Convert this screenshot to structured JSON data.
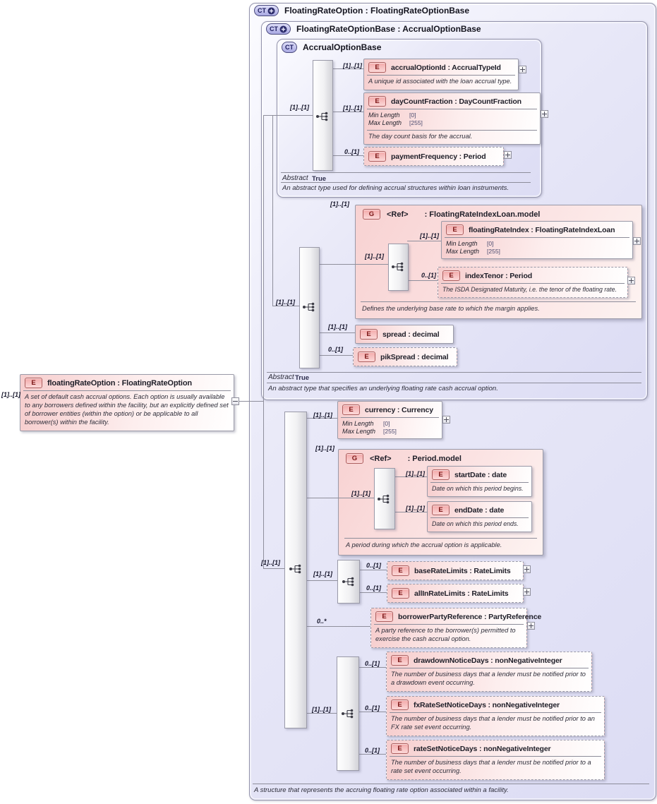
{
  "icons": {
    "ct": "CT",
    "element": "E",
    "group": "G"
  },
  "facets": {
    "min_label": "Min Length",
    "min_value": "[0]",
    "max_label": "Max Length",
    "max_value": "[255]"
  },
  "abstract": {
    "label": "Abstract",
    "value": "True"
  },
  "root": {
    "title": "FloatingRateOption : FloatingRateOptionBase",
    "footer": "A structure that represents the accruing floating rate option associated within a facility."
  },
  "base": {
    "title": "FloatingRateOptionBase : AccrualOptionBase",
    "footer": "An abstract type that specifies an underlying floating rate cash accrual option."
  },
  "accrual_option_base": {
    "title": "AccrualOptionBase",
    "footer": "An abstract type used for defining accrual structures within loan instruments."
  },
  "left_element": {
    "label": "floatingRateOption : FloatingRateOption",
    "desc": "A set of default cash accrual options. Each option is usually available to any borrowers defined within the facility, but an explicitly defined set of borrower entities (within the option) or be applicable to all borrower(s) within the facility.",
    "card": "[1]..[1]"
  },
  "groups": {
    "floating_rate_index_model": {
      "ref_label": "<Ref>",
      "type_label": ": FloatingRateIndexLoan.model",
      "desc": "Defines the underlying base rate to which the margin applies.",
      "card": "[1]..[1]",
      "seq_card": "[1]..[1]"
    },
    "period_model": {
      "ref_label": "<Ref>",
      "type_label": ": Period.model",
      "desc": "A period during which the accrual option is applicable.",
      "card": "[1]..[1]",
      "seq_card": "[1]..[1]"
    }
  },
  "connectors": {
    "base_seq_card": "[1]..[1]",
    "mid_seq_card": "[1]..[1]",
    "own_seq_card": "[1]..[1]",
    "limits_seq_card": "[1]..[1]",
    "notice_seq_card": "[1]..[1]"
  },
  "elements": {
    "accrualOptionId": {
      "label": "accrualOptionId : AccrualTypeId",
      "desc": "A unique id associated with the loan accrual type.",
      "card": "[1]..[1]"
    },
    "dayCountFraction": {
      "label": "dayCountFraction : DayCountFraction",
      "desc": "The day count basis for the accrual.",
      "card": "[1]..[1]"
    },
    "paymentFrequency": {
      "label": "paymentFrequency : Period",
      "card": "0..[1]"
    },
    "floatingRateIndex": {
      "label": "floatingRateIndex : FloatingRateIndexLoan",
      "card": "[1]..[1]"
    },
    "indexTenor": {
      "label": "indexTenor : Period",
      "desc": "The ISDA Designated Maturity, i.e. the tenor of the floating rate.",
      "card": "0..[1]"
    },
    "spread": {
      "label": "spread : decimal",
      "card": "[1]..[1]"
    },
    "pikSpread": {
      "label": "pikSpread : decimal",
      "card": "0..[1]"
    },
    "currency": {
      "label": "currency : Currency",
      "card": "[1]..[1]"
    },
    "startDate": {
      "label": "startDate : date",
      "desc": "Date on which this period begins.",
      "card": "[1]..[1]"
    },
    "endDate": {
      "label": "endDate : date",
      "desc": "Date on which this period ends.",
      "card": "[1]..[1]"
    },
    "baseRateLimits": {
      "label": "baseRateLimits : RateLimits",
      "card": "0..[1]"
    },
    "allInRateLimits": {
      "label": "allInRateLimits : RateLimits",
      "card": "0..[1]"
    },
    "borrowerPartyReference": {
      "label": "borrowerPartyReference : PartyReference",
      "desc": "A party reference to the borrower(s) permitted to exercise the cash accrual option.",
      "card": "0..*"
    },
    "drawdownNoticeDays": {
      "label": "drawdownNoticeDays : nonNegativeInteger",
      "desc": "The number of business days that a lender must be notified prior to a drawdown event occurring.",
      "card": "0..[1]"
    },
    "fxRateSetNoticeDays": {
      "label": "fxRateSetNoticeDays : nonNegativeInteger",
      "desc": "The number of business days that a lender must be notified prior to an FX rate set event occurring.",
      "card": "0..[1]"
    },
    "rateSetNoticeDays": {
      "label": "rateSetNoticeDays : nonNegativeInteger",
      "desc": "The number of business days that a lender must be notified prior to a rate set event occurring.",
      "card": "0..[1]"
    }
  }
}
